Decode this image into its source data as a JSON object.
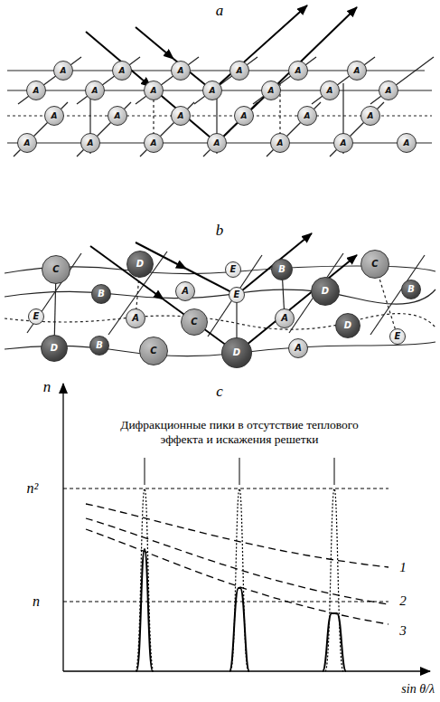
{
  "diagram": {
    "nodes": [
      {
        "text": [
          "A"
        ]
      },
      {
        "text": [
          "A"
        ]
      },
      {
        "text": [
          "A"
        ]
      },
      {
        "text": [
          "A"
        ]
      },
      {
        "text": [
          "A"
        ]
      },
      {
        "text": [
          "A"
        ]
      },
      {
        "text": [
          "A"
        ]
      },
      {
        "text": [
          "A"
        ]
      },
      {
        "text": [
          "A"
        ]
      },
      {
        "text": [
          "A"
        ]
      },
      {
        "text": [
          "A"
        ]
      },
      {
        "text": [
          "A"
        ]
      },
      {
        "text": [
          "A"
        ]
      },
      {
        "text": [
          "A"
        ]
      },
      {
        "text": [
          "A"
        ]
      },
      {
        "text": [
          "A"
        ]
      },
      {
        "text": [
          "A"
        ]
      },
      {
        "text": [
          "A"
        ]
      },
      {
        "text": [
          "A"
        ]
      },
      {
        "text": [
          "A"
        ]
      },
      {
        "text": [
          "A"
        ]
      },
      {
        "text": [
          "A"
        ]
      },
      {
        "text": [
          "A"
        ]
      },
      {
        "text": [
          "A"
        ]
      },
      {
        "text": [
          "A"
        ]
      },
      {
        "text": [
          "A"
        ]
      },
      {
        "text": [
          "C"
        ]
      },
      {
        "text": [
          "D"
        ]
      },
      {
        "text": [
          "E"
        ]
      },
      {
        "text": [
          "B"
        ]
      },
      {
        "text": [
          "C"
        ]
      },
      {
        "text": [
          "B"
        ]
      },
      {
        "text": [
          "A"
        ]
      },
      {
        "text": [
          "E"
        ]
      },
      {
        "text": [
          "D"
        ]
      },
      {
        "text": [
          "B"
        ]
      },
      {
        "text": [
          "E"
        ]
      },
      {
        "text": [
          "A"
        ]
      },
      {
        "text": [
          "C"
        ]
      },
      {
        "text": [
          "A"
        ]
      },
      {
        "text": [
          "D"
        ]
      },
      {
        "text": [
          "D"
        ]
      },
      {
        "text": [
          "B"
        ]
      },
      {
        "text": [
          "C"
        ]
      },
      {
        "text": [
          "D"
        ]
      },
      {
        "text": [
          "A"
        ]
      },
      {
        "text": [
          "E"
        ]
      }
    ],
    "labels": [
      "a",
      "b",
      "c",
      "n",
      "Дифракционные пики в отсутствие теплового эффекта и искажения решетки",
      "n²",
      "1",
      "2",
      "3",
      "n",
      "sin θ/λ"
    ]
  }
}
